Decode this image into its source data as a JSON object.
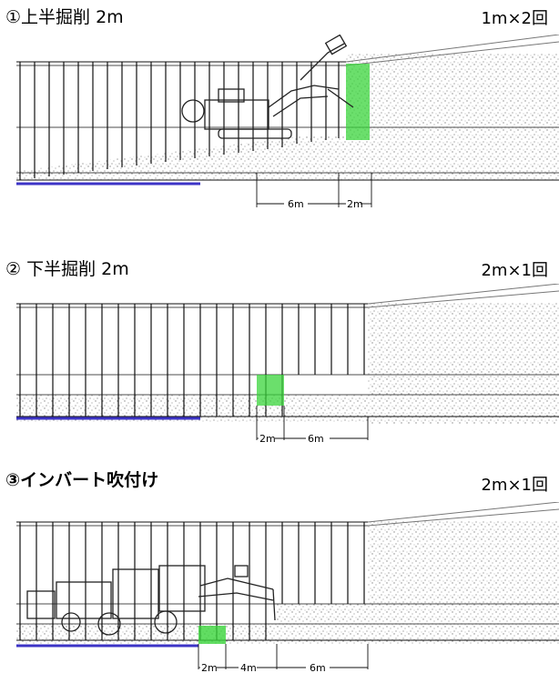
{
  "colors": {
    "support": "#111111",
    "rock_texture": "#c9c9c9",
    "rock_dark": "#8a8a8a",
    "green_zone": "#39d43b",
    "invert_line": "#3c33c6",
    "red_line": "#d43b3b",
    "machine": "#222222"
  },
  "steps": [
    {
      "heading": "①上半掘削 2m",
      "count": "1m×2回",
      "dims": [
        "6m",
        "2m"
      ]
    },
    {
      "heading": "② 下半掘削 2m",
      "count": "2m×1回",
      "dims": [
        "2m",
        "6m"
      ]
    },
    {
      "heading": "③インバート吹付け",
      "count": "2m×1回",
      "dims": [
        "2m",
        "4m",
        "6m"
      ]
    }
  ]
}
